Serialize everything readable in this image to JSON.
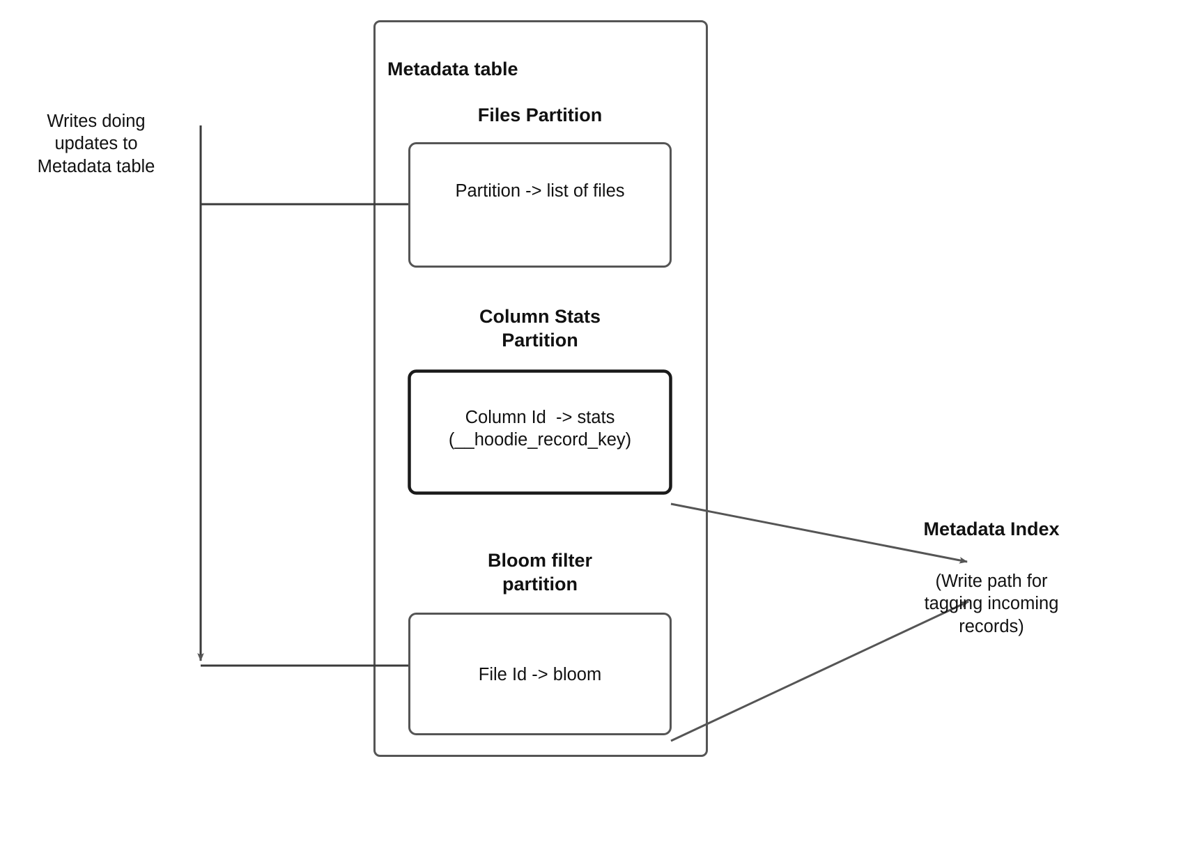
{
  "diagram": {
    "title": "Hudi Metadata Table write path",
    "colors": {
      "line": "#555555",
      "box_border": "#555555",
      "emphasis_border": "#1a1a1a",
      "text": "#111111",
      "background": "#ffffff",
      "arrowhead": "#555555"
    }
  },
  "left_annotation": {
    "label": "Writes doing\nupdates to\nMetadata table"
  },
  "container": {
    "label": "Metadata table"
  },
  "partitions": [
    {
      "id": "files",
      "heading": "Files Partition",
      "box_text": "Partition -> list of files",
      "emphasized": false
    },
    {
      "id": "column-stats",
      "heading": "Column Stats\nPartition",
      "box_text": "Column Id  -> stats\n(__hoodie_record_key)",
      "emphasized": true
    },
    {
      "id": "bloom-filter",
      "heading": "Bloom filter\npartition",
      "box_text": "File Id -> bloom",
      "emphasized": false
    }
  ],
  "metadata_index": {
    "title": "Metadata Index",
    "caption": "(Write path for\ntagging incoming\nrecords)"
  },
  "connectors": [
    {
      "id": "writes-to-files",
      "from": "writes-trunk",
      "to": "files-box",
      "kind": "line"
    },
    {
      "id": "writes-to-bloom",
      "from": "writes-trunk",
      "to": "bloom-box",
      "kind": "line-with-arrow-down"
    },
    {
      "id": "colstats-to-index",
      "from": "column-stats-box",
      "to": "metadata-index",
      "kind": "arrow"
    },
    {
      "id": "bloom-to-index",
      "from": "bloom-filter-box",
      "to": "metadata-index",
      "kind": "arrow"
    }
  ]
}
